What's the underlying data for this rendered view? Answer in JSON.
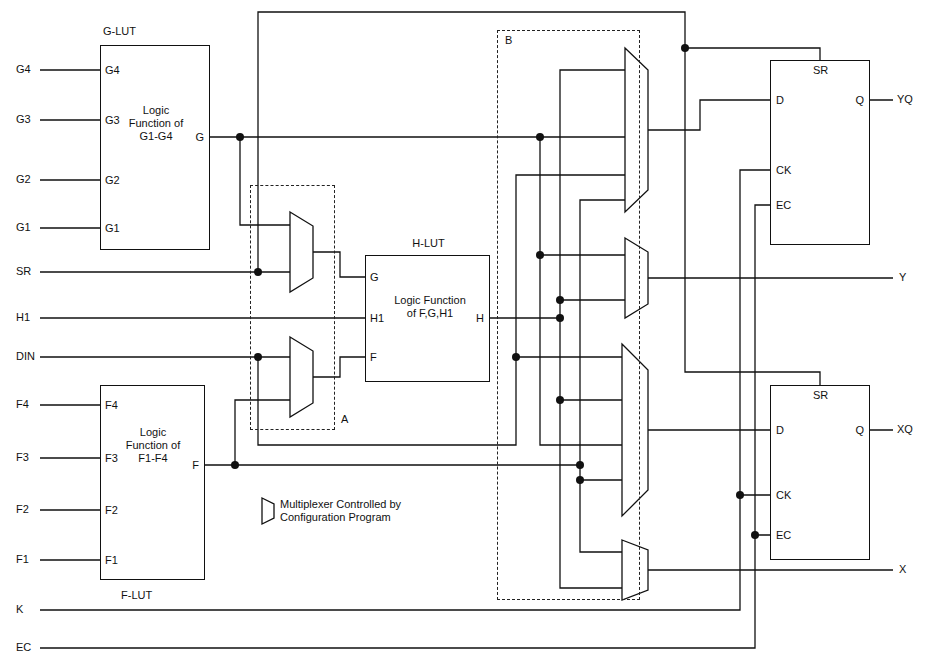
{
  "diagram": {
    "nodes": [
      {
        "text": [
          "G-LUT",
          "G4",
          "G3",
          "G2",
          "G1",
          "Logic Function of G1-G4",
          "G"
        ]
      },
      {
        "text": [
          "A"
        ]
      },
      {
        "text": [
          "H-LUT",
          "G",
          "H1",
          "F",
          "Logic Function of F,G,H1",
          "H"
        ]
      },
      {
        "text": [
          "F4",
          "F3",
          "F2",
          "F1",
          "Logic Function of F1-F4",
          "F",
          "F-LUT"
        ]
      },
      {
        "text": [
          "B"
        ]
      },
      {
        "text": [
          "SR",
          "D",
          "Q",
          "CK",
          "EC"
        ]
      },
      {
        "text": [
          "SR",
          "D",
          "Q",
          "CK",
          "EC"
        ]
      }
    ],
    "labels": [
      "G4",
      "G3",
      "G2",
      "G1",
      "SR",
      "H1",
      "DIN",
      "F4",
      "F3",
      "F2",
      "F1",
      "K",
      "EC",
      "YQ",
      "Y",
      "XQ",
      "X"
    ],
    "legend": [
      {
        "text": "Multiplexer Controlled by Configuration Program"
      }
    ]
  }
}
